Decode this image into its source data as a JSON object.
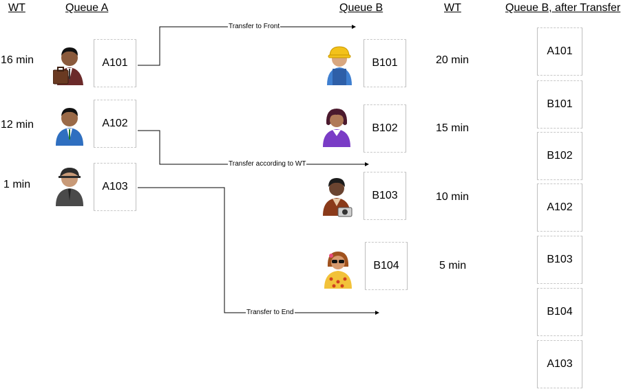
{
  "headers": {
    "wt_left": "WT",
    "queue_a": "Queue A",
    "queue_b": "Queue B",
    "wt_right": "WT",
    "queue_b_after": "Queue B, after Transfer"
  },
  "queue_a": [
    {
      "id": "A101",
      "wt": "16 min",
      "icon": "businessman-briefcase-icon"
    },
    {
      "id": "A102",
      "wt": "12 min",
      "icon": "businessman-green-tie-icon"
    },
    {
      "id": "A103",
      "wt": "1 min",
      "icon": "person-cap-icon"
    }
  ],
  "queue_b": [
    {
      "id": "B101",
      "wt": "20 min",
      "icon": "construction-worker-icon"
    },
    {
      "id": "B102",
      "wt": "15 min",
      "icon": "woman-purple-icon"
    },
    {
      "id": "B103",
      "wt": "10 min",
      "icon": "tourist-camera-icon"
    },
    {
      "id": "B104",
      "wt": "5 min",
      "icon": "woman-sunglasses-icon"
    }
  ],
  "transfers": {
    "to_front": "Transfer to Front",
    "by_wt": "Transfer according to WT",
    "to_end": "Transfer to End"
  },
  "queue_b_after": [
    "A101",
    "B101",
    "B102",
    "A102",
    "B103",
    "B104",
    "A103"
  ],
  "colors": {
    "line": "#000000",
    "ticket_border": "#bfbfbf"
  }
}
